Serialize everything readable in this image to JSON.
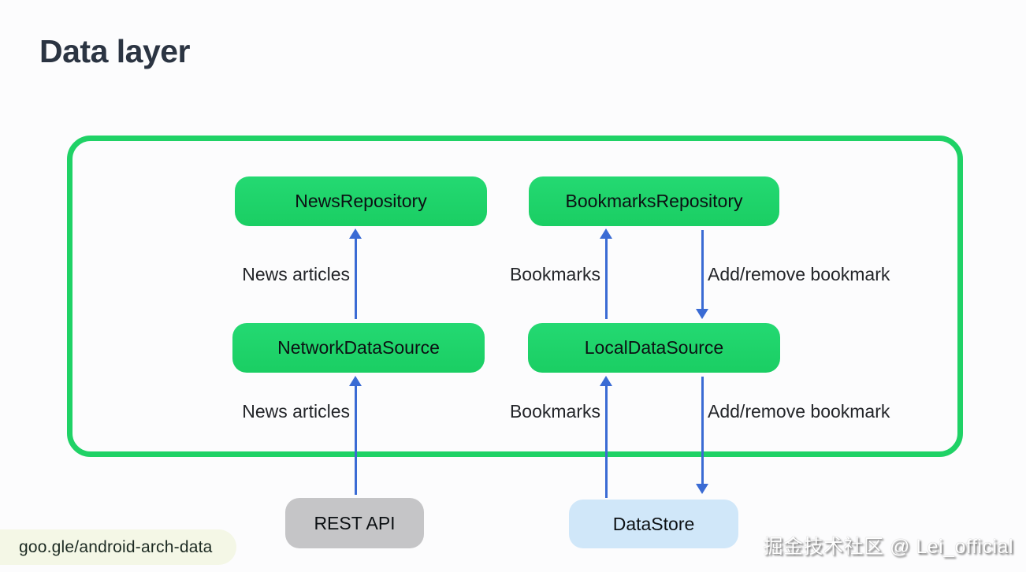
{
  "title": "Data layer",
  "colors": {
    "frame_green": "#1fd266",
    "node_green": "#1ed46a",
    "node_gray": "#c5c5c7",
    "node_light_blue": "#d0e7f9",
    "arrow_blue": "#3a6bd4",
    "title_text": "#2b3442",
    "footer_pill_bg": "#f4f7e6"
  },
  "diagram": {
    "boxes": [
      {
        "id": "news-repository",
        "label": "NewsRepository"
      },
      {
        "id": "bookmarks-repository",
        "label": "BookmarksRepository"
      },
      {
        "id": "network-data-source",
        "label": "NetworkDataSource"
      },
      {
        "id": "local-data-source",
        "label": "LocalDataSource"
      },
      {
        "id": "rest-api",
        "label": "REST API"
      },
      {
        "id": "data-store",
        "label": "DataStore"
      }
    ],
    "edge_labels": {
      "news_articles_top": "News articles",
      "bookmarks_top": "Bookmarks",
      "add_remove_top": "Add/remove bookmark",
      "news_articles_bottom": "News articles",
      "bookmarks_bottom": "Bookmarks",
      "add_remove_bottom": "Add/remove bookmark"
    }
  },
  "footer": {
    "link": "goo.gle/android-arch-data",
    "watermark": "掘金技术社区 @ Lei_official"
  }
}
